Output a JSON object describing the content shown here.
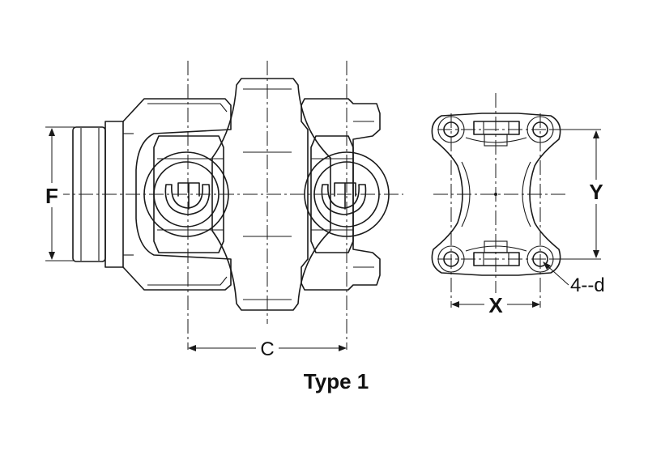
{
  "caption": "Type 1",
  "dimensions": {
    "f": "F",
    "c": "C",
    "x": "X",
    "y": "Y",
    "holes": "4--d"
  }
}
